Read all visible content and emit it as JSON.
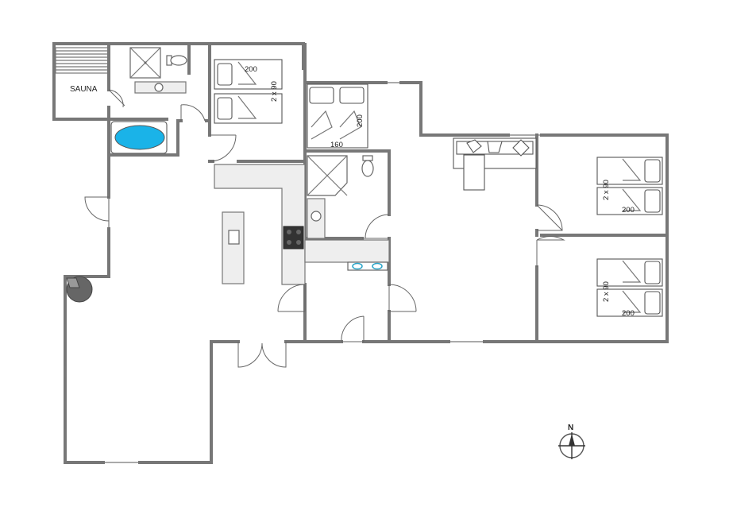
{
  "rooms": {
    "sauna": {
      "label": "SAUNA"
    }
  },
  "beds": {
    "bedroom1_length": "200",
    "bedroom1_width": "2 x 90",
    "bedroom2_length": "200",
    "bedroom2_width": "160",
    "bedroom3_width": "2 x 90",
    "bedroom3_length": "200",
    "bedroom4_width": "2 x 90",
    "bedroom4_length": "200"
  },
  "compass": {
    "label": "N"
  },
  "colors": {
    "wall": "#777777",
    "bathtub_water": "#1ab3e8",
    "counter": "#eeeeee",
    "stove": "#333333",
    "stove_burner": "#666666",
    "fireplace": "#666666",
    "hob_accent": "#2aa4c8"
  }
}
